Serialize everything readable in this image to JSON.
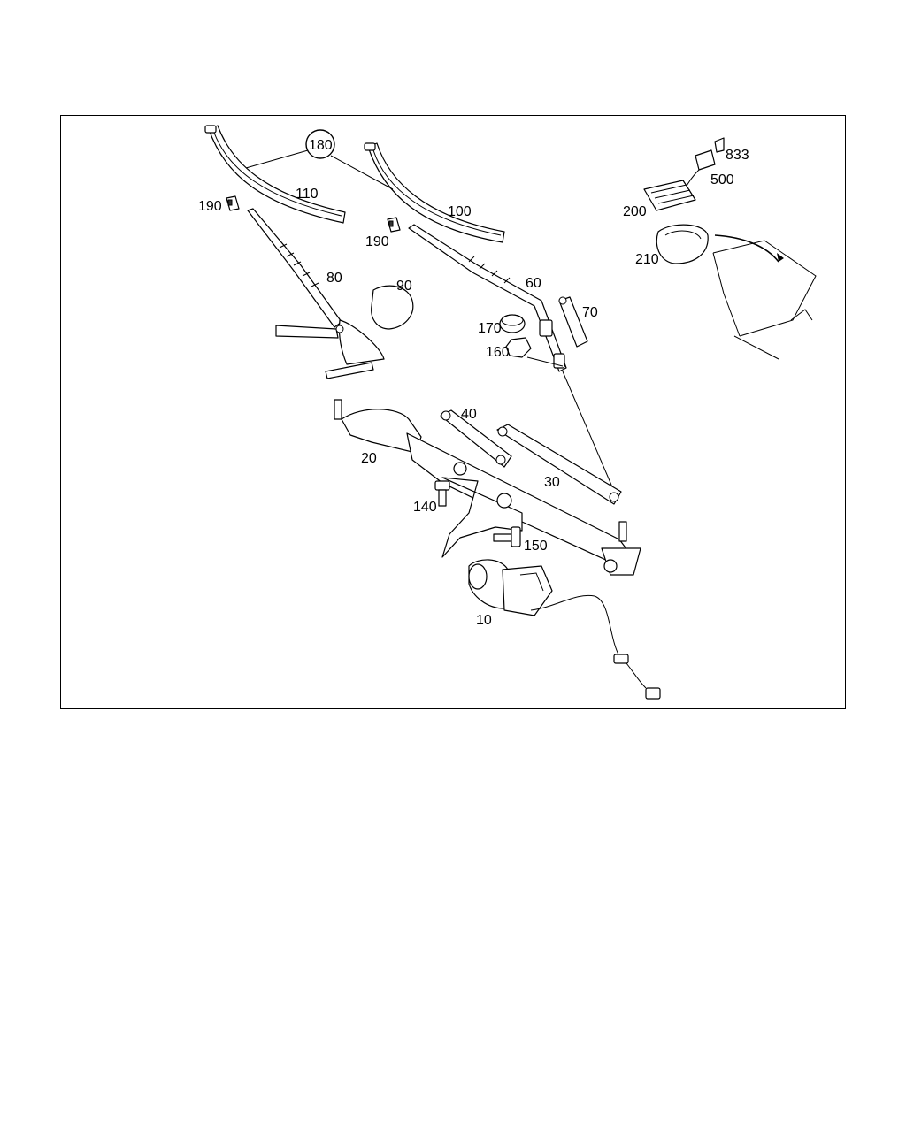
{
  "diagram": {
    "labels": {
      "p180": "180",
      "p110": "110",
      "p100": "100",
      "p190a": "190",
      "p190b": "190",
      "p80": "80",
      "p90": "90",
      "p60": "60",
      "p70": "70",
      "p170": "170",
      "p160": "160",
      "p833": "833",
      "p500": "500",
      "p200": "200",
      "p210": "210",
      "p40": "40",
      "p20": "20",
      "p30": "30",
      "p140": "140",
      "p150": "150",
      "p10": "10"
    }
  }
}
